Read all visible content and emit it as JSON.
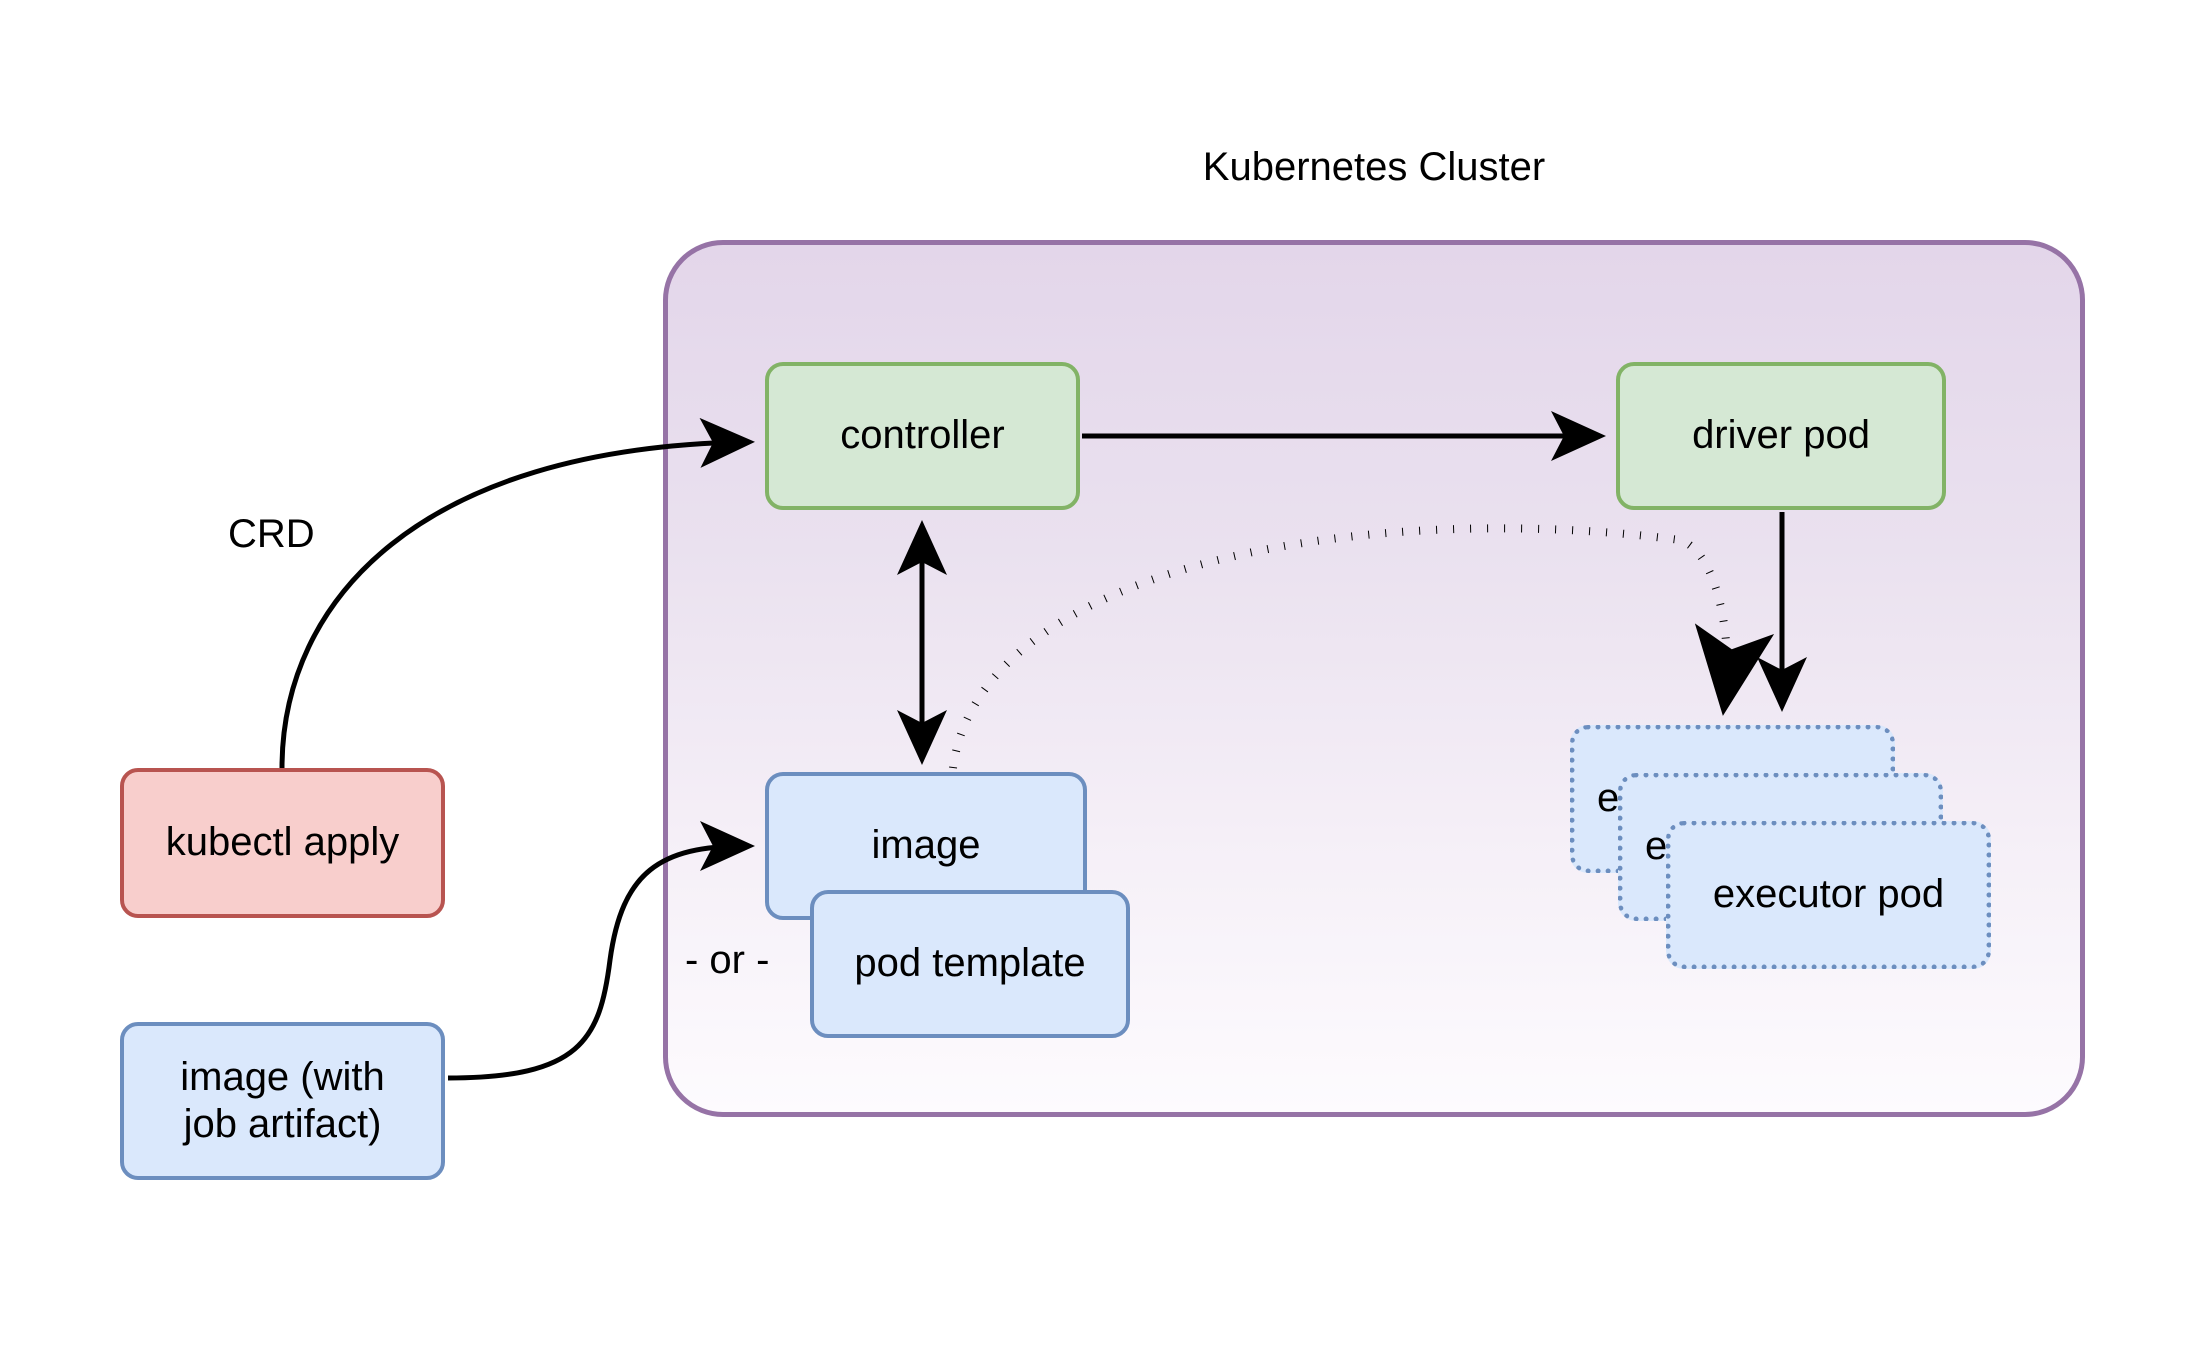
{
  "diagram": {
    "title": "Kubernetes Cluster",
    "type": "flowchart",
    "cluster": {
      "label": "Kubernetes Cluster",
      "border_color": "#9673a6",
      "fill_gradient_top": "#e3d6ea",
      "fill_gradient_bottom": "#fdfbfe"
    },
    "nodes": [
      {
        "id": "kubectl-apply",
        "label": "kubectl apply",
        "shape": "rounded-rect",
        "fill": "#f8cecc",
        "stroke": "#b85450",
        "stroke_style": "solid",
        "inside_cluster": false
      },
      {
        "id": "image-with-job-artifact",
        "label": "image (with\njob artifact)",
        "shape": "rounded-rect",
        "fill": "#dae8fc",
        "stroke": "#6c8ebf",
        "stroke_style": "solid",
        "inside_cluster": false
      },
      {
        "id": "controller",
        "label": "controller",
        "shape": "rounded-rect",
        "fill": "#d5e8d4",
        "stroke": "#82b366",
        "stroke_style": "solid",
        "inside_cluster": true
      },
      {
        "id": "driver-pod",
        "label": "driver pod",
        "shape": "rounded-rect",
        "fill": "#d5e8d4",
        "stroke": "#82b366",
        "stroke_style": "solid",
        "inside_cluster": true
      },
      {
        "id": "image",
        "label": "image",
        "shape": "rounded-rect",
        "fill": "#dae8fc",
        "stroke": "#6c8ebf",
        "stroke_style": "solid",
        "inside_cluster": true
      },
      {
        "id": "pod-template",
        "label": "pod template",
        "shape": "rounded-rect",
        "fill": "#dae8fc",
        "stroke": "#6c8ebf",
        "stroke_style": "solid",
        "inside_cluster": true
      },
      {
        "id": "executor-pod-back",
        "label": "executor pod",
        "shape": "rounded-rect",
        "fill": "#dae8fc",
        "stroke": "#6c8ebf",
        "stroke_style": "dotted",
        "inside_cluster": true
      },
      {
        "id": "executor-pod-middle",
        "label": "executor pod",
        "shape": "rounded-rect",
        "fill": "#dae8fc",
        "stroke": "#6c8ebf",
        "stroke_style": "dotted",
        "inside_cluster": true
      },
      {
        "id": "executor-pod-front",
        "label": "executor pod",
        "shape": "rounded-rect",
        "fill": "#dae8fc",
        "stroke": "#6c8ebf",
        "stroke_style": "dotted",
        "inside_cluster": true
      }
    ],
    "edges": [
      {
        "id": "kubectl-to-controller",
        "from": "kubectl-apply",
        "to": "controller",
        "label": "CRD",
        "style": "solid",
        "arrow": "single"
      },
      {
        "id": "controller-to-driver",
        "from": "controller",
        "to": "driver-pod",
        "label": "",
        "style": "solid",
        "arrow": "single"
      },
      {
        "id": "controller-image",
        "from": "controller",
        "to": "image",
        "label": "",
        "style": "solid",
        "arrow": "double"
      },
      {
        "id": "image-to-executor",
        "from": "image",
        "to": "executor-pod-back",
        "label": "",
        "style": "dotted",
        "arrow": "single"
      },
      {
        "id": "driver-to-executor",
        "from": "driver-pod",
        "to": "executor-pod-back",
        "label": "",
        "style": "solid",
        "arrow": "single"
      },
      {
        "id": "image-job-to-image",
        "from": "image-with-job-artifact",
        "to": "image",
        "label": "",
        "style": "solid",
        "arrow": "single"
      }
    ],
    "free_labels": [
      {
        "id": "or-separator",
        "text": "- or -"
      },
      {
        "id": "crd-edge-label",
        "text": "CRD"
      }
    ]
  }
}
